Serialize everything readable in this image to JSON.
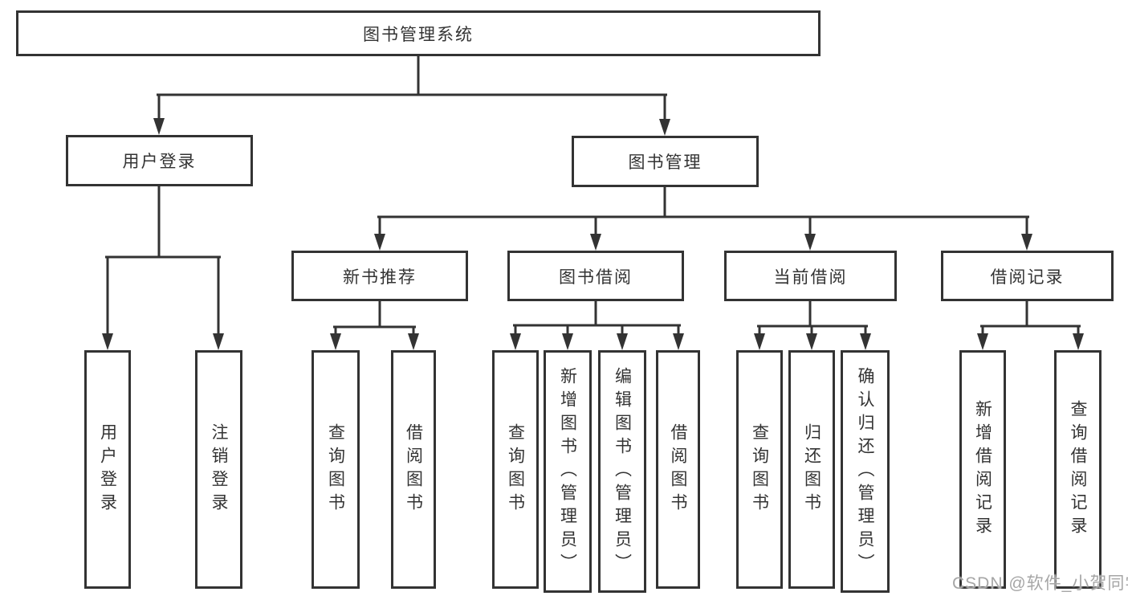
{
  "diagram": {
    "root": {
      "label": "图书管理系统"
    },
    "level2": [
      {
        "id": "user-login",
        "label": "用户登录"
      },
      {
        "id": "book-management",
        "label": "图书管理"
      }
    ],
    "level3": [
      {
        "id": "new-book-recommend",
        "label": "新书推荐"
      },
      {
        "id": "book-borrow",
        "label": "图书借阅"
      },
      {
        "id": "current-borrow",
        "label": "当前借阅"
      },
      {
        "id": "borrow-records",
        "label": "借阅记录"
      }
    ],
    "leaves": {
      "user_login": [
        "用户登录",
        "注销登录"
      ],
      "new_book_recommend": [
        "查询图书",
        "借阅图书"
      ],
      "book_borrow": [
        "查询图书",
        "新增图书（管理员）",
        "编辑图书（管理员）",
        "借阅图书"
      ],
      "current_borrow": [
        "查询图书",
        "归还图书",
        "确认归还（管理员）"
      ],
      "borrow_records": [
        "新增借阅记录",
        "查询借阅记录"
      ]
    }
  },
  "watermark": {
    "text": "CSDN @软件_小贺同学"
  },
  "colors": {
    "line": "#333333",
    "text": "#333333",
    "box_background": "#ffffff",
    "watermark": "#a6a6a6"
  }
}
